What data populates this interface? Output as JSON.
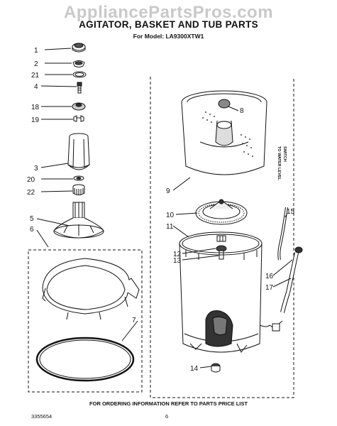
{
  "watermark": "AppliancePartsPros.com",
  "title": "AGITATOR, BASKET AND TUB PARTS",
  "subtitle": "For Model: LA9300XTW1",
  "footer": {
    "note": "FOR ORDERING INFORMATION REFER TO PARTS PRICE LIST",
    "code": "3355654",
    "page": "6"
  },
  "side_label": {
    "line1": "TO WATER LEVEL",
    "line2": "SWITCH"
  },
  "callouts": [
    "1",
    "2",
    "21",
    "4",
    "18",
    "19",
    "3",
    "20",
    "22",
    "5",
    "6",
    "7",
    "8",
    "9",
    "10",
    "11",
    "12",
    "13",
    "14",
    "15",
    "16",
    "17"
  ]
}
